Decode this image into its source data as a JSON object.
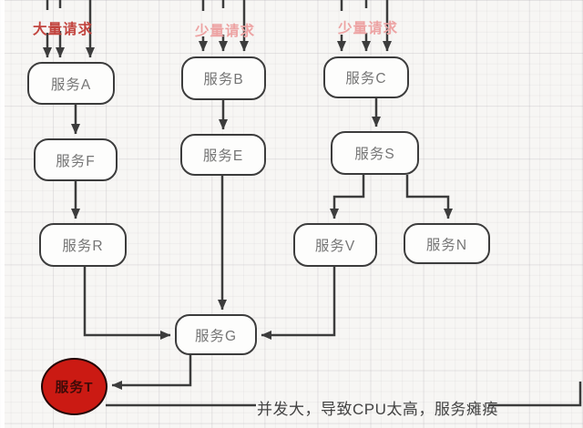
{
  "diagram": {
    "type": "flowchart",
    "request_labels": {
      "heavy": {
        "text": "大量请求"
      },
      "light_b": {
        "text": "少量请求"
      },
      "light_c": {
        "text": "少量请求"
      }
    },
    "nodes": [
      {
        "id": "A",
        "label": "服务A"
      },
      {
        "id": "F",
        "label": "服务F"
      },
      {
        "id": "R",
        "label": "服务R"
      },
      {
        "id": "B",
        "label": "服务B"
      },
      {
        "id": "E",
        "label": "服务E"
      },
      {
        "id": "C",
        "label": "服务C"
      },
      {
        "id": "S",
        "label": "服务S"
      },
      {
        "id": "V",
        "label": "服务V"
      },
      {
        "id": "N",
        "label": "服务N"
      },
      {
        "id": "G",
        "label": "服务G"
      },
      {
        "id": "T",
        "label": "服务T",
        "shape": "circle",
        "state": "crashed"
      }
    ],
    "edges": [
      "requests->A",
      "requests->B",
      "requests->C",
      "A->F",
      "F->R",
      "B->E",
      "E->G",
      "C->S",
      "S->V",
      "S->N",
      "R->G",
      "V->G",
      "G->T"
    ],
    "annotation": {
      "text": "并发大，导致CPU太高，服务瘫痪"
    },
    "colors": {
      "edge": "#3c3c3c",
      "node_fill": "#fdfdfc",
      "node_border": "#3c3c3c",
      "node_text": "#757575",
      "heavy_request_label": "#c2443e",
      "light_request_label": "#eda3a3",
      "alert_node_fill": "#cb1a13",
      "alert_node_border": "#230606",
      "alert_node_text": "#3f0b08",
      "annotation_text": "#434343"
    }
  }
}
